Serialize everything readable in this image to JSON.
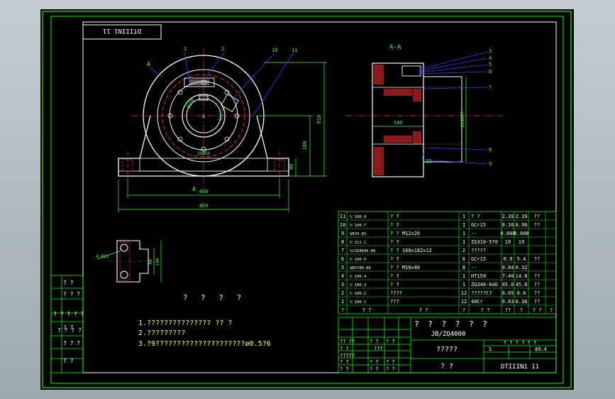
{
  "colors": {
    "background": "#000000",
    "border": "#00ff00",
    "outline": "#ffffff",
    "hidden": "#ff2020",
    "centerline": "#ff3030",
    "dimension": "#40ff40",
    "leader": "#3a3aff",
    "text_yellow": "#ffff40",
    "text_white": "#ffffff"
  },
  "title_stamp": "DTIIIN1 11",
  "section_label": "A-A",
  "front_view": {
    "label_a": "A",
    "label_a_bottom": "A",
    "label_center": "A",
    "callouts": [
      "1",
      "2",
      "10",
      "11"
    ],
    "dims": {
      "d400": "400",
      "d450": "450",
      "h910": "910",
      "h180": "180",
      "h40": "40",
      "c25": "2XØ50",
      "c26": "Ø250",
      "c27": "125.48"
    }
  },
  "section_view": {
    "callouts": [
      "3",
      "4",
      "5",
      "6",
      "7",
      "8",
      "9",
      "12"
    ],
    "dims": {
      "width140": "140",
      "dia": "Ø180F7"
    }
  },
  "detail_view": {
    "label": "4-Ø23",
    "dims": {
      "d80": "80",
      "d140": "140"
    }
  },
  "tech_title": "? ? ? ?",
  "tech_notes": [
    "1.???????????????  ??          ?",
    "2.?????????",
    "3.?9?????????????????????ø0.5?6"
  ],
  "qmark": "?",
  "left_strip_labels": [
    "?  ?",
    "?  ?  ?",
    "? ? ? ? ?",
    "?  ?",
    "? ? ? ?",
    "?  ?  ?",
    "?  ?"
  ],
  "parts_table": {
    "rows": [
      [
        "11",
        "ℕ 100-8",
        "?  ?",
        "1",
        "?  ?",
        "2.39",
        "2.39",
        "??"
      ],
      [
        "10",
        "ℕ 100-7",
        "?  ?",
        "1",
        "GCr15",
        "0.16",
        "0.96",
        "??"
      ],
      [
        "9",
        "GB70-85",
        "?  ?  M12x20",
        "1",
        "--",
        "0.008",
        "0.008",
        ""
      ],
      [
        "8",
        "ℕ 211-1",
        "?  ?",
        "1",
        "ZG310-570",
        "19",
        "19",
        ""
      ],
      [
        "7",
        "ℕ/ZQ4606-86",
        "?  ?  160x182x12",
        "2",
        "?????",
        "",
        "",
        ""
      ],
      [
        "6",
        "ℕ 100-5",
        "?  ?",
        "6",
        "GCr15",
        "0.9",
        "5.4",
        "??"
      ],
      [
        "5",
        "GB5780-86",
        "?  ?  M10x40",
        "8",
        "--",
        "0.04",
        "0.32",
        ""
      ],
      [
        "4",
        "ℕ 100-4",
        "?  ?",
        "1",
        "HT150",
        "7.40",
        "14.8",
        "??"
      ],
      [
        "3",
        "ℕ 100-3",
        "?  ?",
        "1",
        "ZG340-640",
        "45.6",
        "45.6",
        "??"
      ],
      [
        "2",
        "ℕ 100-2",
        "????",
        "12",
        "?????ℂ?",
        "0.05",
        "0.6",
        "??"
      ],
      [
        "1",
        "ℕ 100-1",
        "???",
        "12",
        "40Cr",
        "0.03",
        "0.36",
        "??"
      ]
    ],
    "header": [
      "?",
      "?  ?",
      "?  ?",
      "?",
      "?  ?",
      "??",
      "?",
      "?  ?",
      "?"
    ]
  },
  "title_block": {
    "top_title": "? ? ? ? ? ?",
    "standard": "JB/ZQ4000",
    "product": "?????",
    "company": "?  ?",
    "drawing_no": "DTIIIN1 11",
    "stage_row": "? ? ? ?    ?   ?",
    "scale_vals": [
      "S",
      "89.4"
    ],
    "sign_labels": [
      "?? ??",
      "?  ?",
      "? ?",
      "?  ?",
      "?  ?",
      "?????",
      "?  ?",
      "?  ?",
      "?  ?"
    ],
    "dates": [
      "???",
      "?  ?",
      "? ?"
    ]
  }
}
